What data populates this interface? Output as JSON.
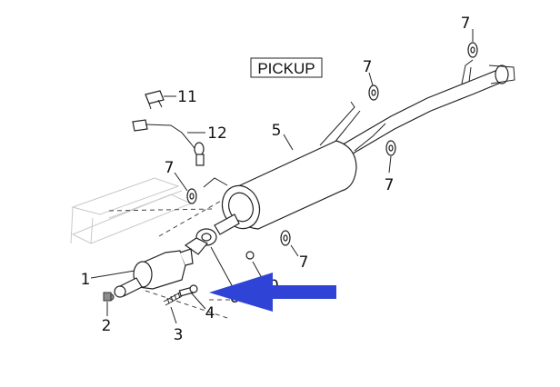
{
  "diagram": {
    "title": "PICKUP",
    "arrow_color": "#2f44d6",
    "callouts": [
      {
        "id": "c1",
        "text": "1"
      },
      {
        "id": "c2",
        "text": "2"
      },
      {
        "id": "c3",
        "text": "3"
      },
      {
        "id": "c4",
        "text": "4"
      },
      {
        "id": "c5",
        "text": "5"
      },
      {
        "id": "c6",
        "text": "6"
      },
      {
        "id": "c7a",
        "text": "7"
      },
      {
        "id": "c7b",
        "text": "7"
      },
      {
        "id": "c7c",
        "text": "7"
      },
      {
        "id": "c7d",
        "text": "7"
      },
      {
        "id": "c7e",
        "text": "7"
      },
      {
        "id": "c10",
        "text": "10"
      },
      {
        "id": "c11",
        "text": "11"
      },
      {
        "id": "c12",
        "text": "12"
      }
    ]
  }
}
